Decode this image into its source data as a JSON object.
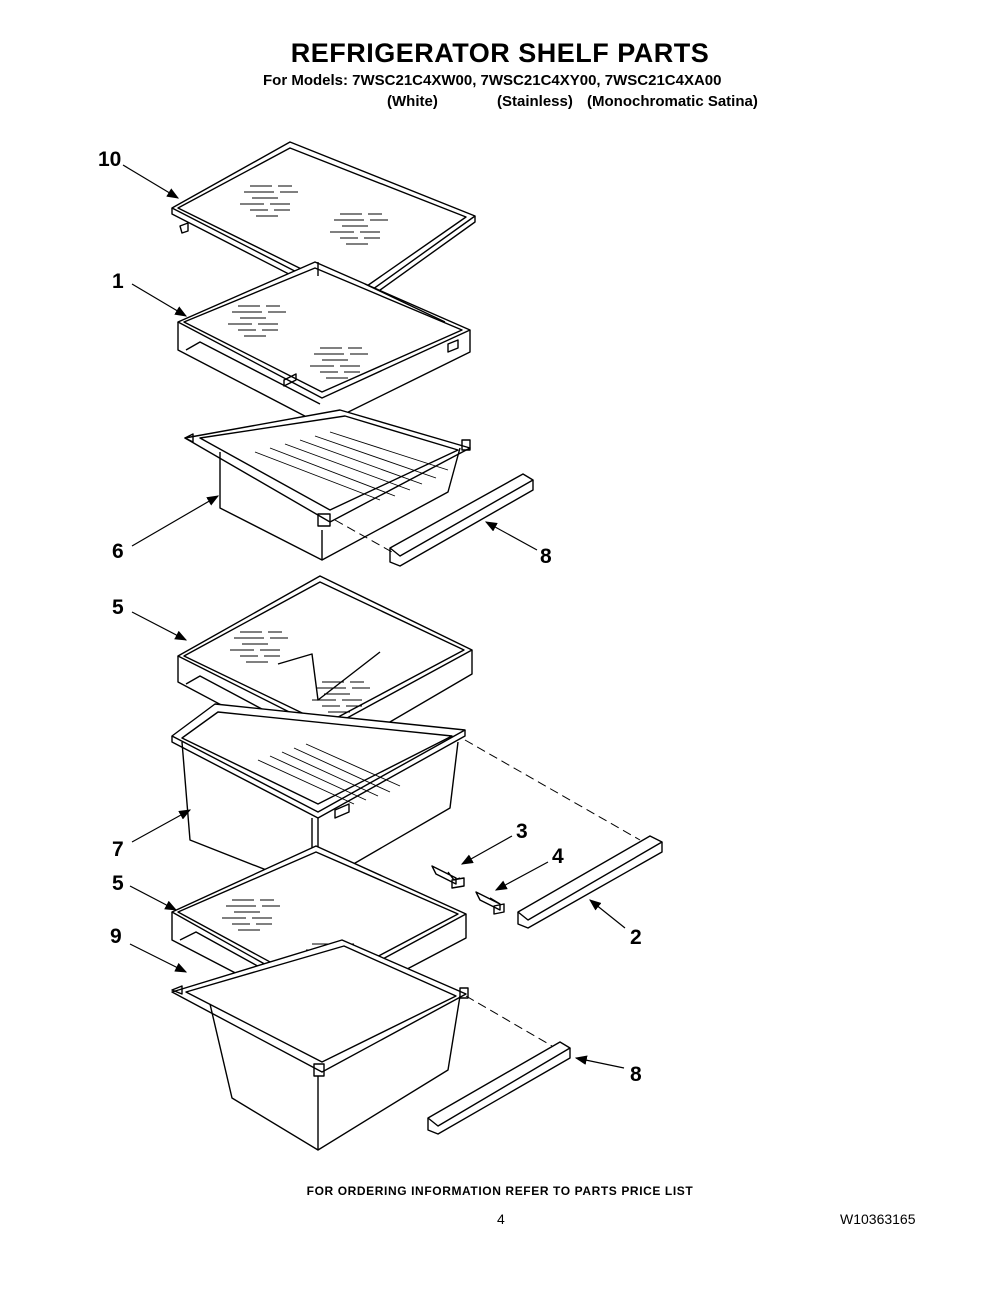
{
  "header": {
    "title": "REFRIGERATOR SHELF PARTS",
    "models": "For Models: 7WSC21C4XW00, 7WSC21C4XY00, 7WSC21C4XA00",
    "variants": [
      "(White)",
      "(Stainless)",
      "(Monochromatic Satina)"
    ]
  },
  "callouts": {
    "c10": "10",
    "c1": "1",
    "c6": "6",
    "c8a": "8",
    "c5a": "5",
    "c7": "7",
    "c3": "3",
    "c4": "4",
    "c5b": "5",
    "c2": "2",
    "c9": "9",
    "c8b": "8"
  },
  "footer": {
    "note": "FOR ORDERING INFORMATION REFER TO PARTS PRICE LIST",
    "page": "4",
    "doc_number": "W10363165"
  }
}
